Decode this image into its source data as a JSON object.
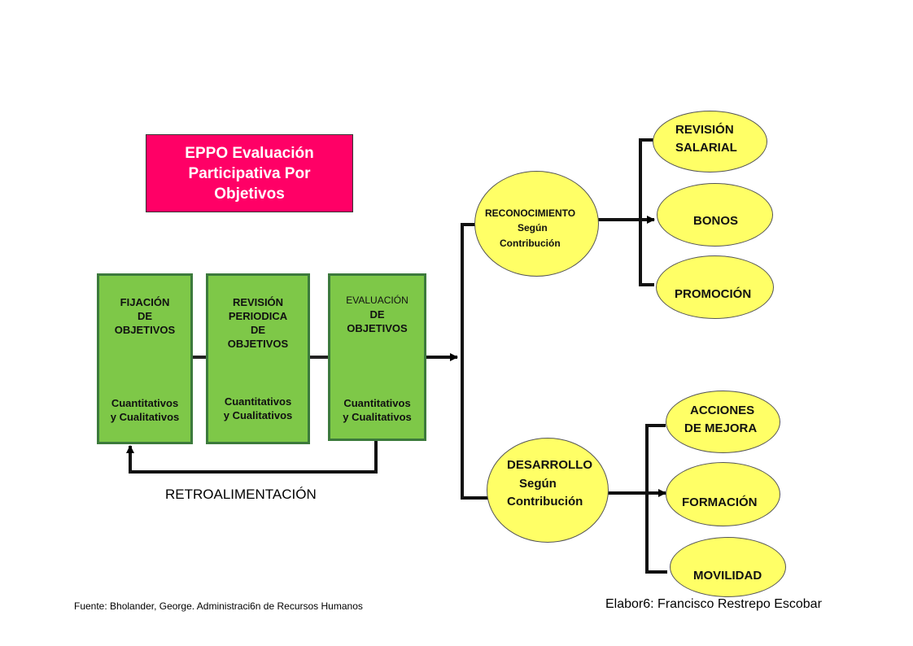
{
  "title": "EPPO Evaluación Participativa Por Objetivos",
  "stages": [
    {
      "head1": "FIJACIÓN",
      "head2": "DE",
      "head3": "OBJETIVOS",
      "head4": "",
      "sub1": "Cuantitativos",
      "sub2": "y Cualitativos"
    },
    {
      "head1": "REVISIÓN",
      "head2": "PERIODICA",
      "head3": "DE",
      "head4": "OBJETIVOS",
      "sub1": "Cuantitativos",
      "sub2": "y Cualitativos"
    },
    {
      "head1": "EVALUACIÓN",
      "head2": "DE",
      "head3": "OBJETIVOS",
      "head4": "",
      "sub1": "Cuantitativos",
      "sub2": "y Cualitativos"
    }
  ],
  "feedback_label": "RETROALIMENTACIÓN",
  "branches": {
    "reconocimiento": {
      "line1": "RECONOCIMIENTO",
      "line2": "Según",
      "line3": "Contribución"
    },
    "desarrollo": {
      "line1": "DESARROLLO",
      "line2": "Según",
      "line3": "Contribución"
    }
  },
  "outcomes": {
    "revision_salarial": {
      "line1": "REVISIÓN",
      "line2": "SALARIAL"
    },
    "bonos": "BONOS",
    "promocion": "PROMOCIÓN",
    "acciones_mejora": {
      "line1": "ACCIONES",
      "line2": "DE MEJORA"
    },
    "formacion": "FORMACIÓN",
    "movilidad": "MOVILIDAD"
  },
  "footer": {
    "source": "Fuente: Bholander, George. Administraci6n de Recursos Humanos",
    "author": "Elabor6: Francisco Restrepo Escobar"
  },
  "colors": {
    "title_bg": "#ff0066",
    "stage_fill": "#7ec848",
    "stage_border": "#3c7a3c",
    "ellipse_fill": "#ffff66"
  }
}
